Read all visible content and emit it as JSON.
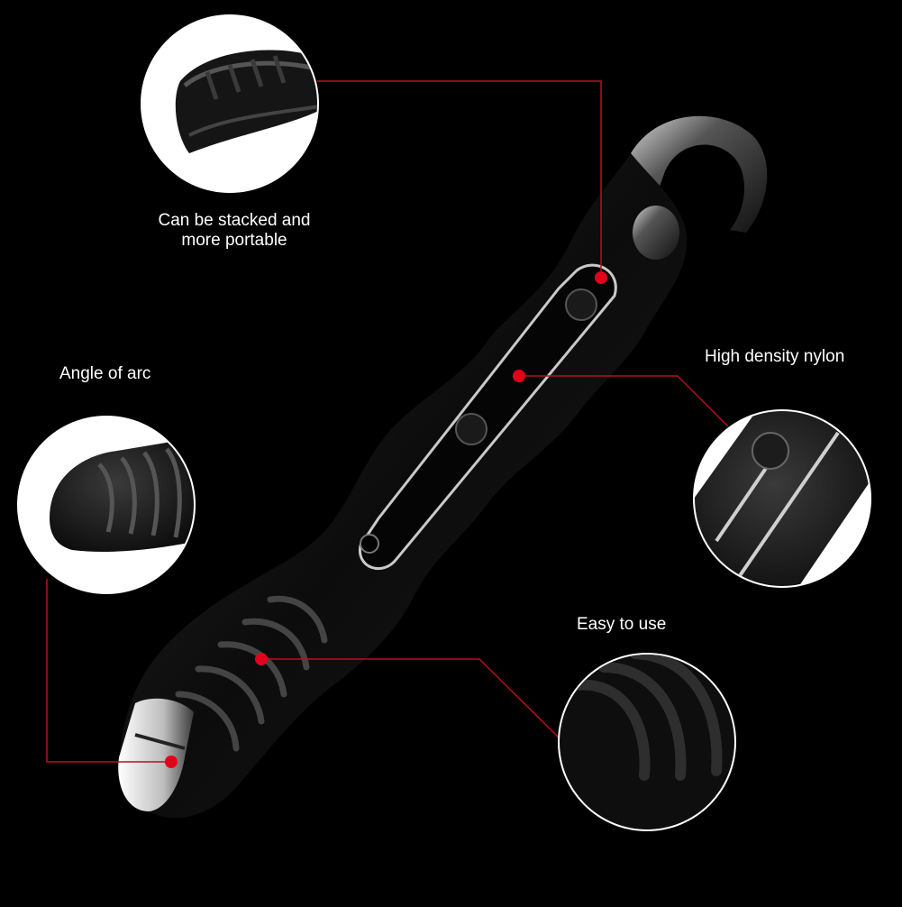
{
  "callouts": {
    "stacked": {
      "line1": "Can be stacked and",
      "line2": "more portable"
    },
    "arc": {
      "label": "Angle of arc"
    },
    "nylon": {
      "label": "High density nylon"
    },
    "easy": {
      "label": "Easy to use"
    }
  },
  "colors": {
    "background": "#000000",
    "accent": "#e3001b",
    "leader_line": "#b5121b",
    "product": "#111111",
    "highlight": "#e8e8e8",
    "ring": "#ffffff",
    "text": "#ffffff"
  },
  "icons": {
    "product": "tire-lever-photo",
    "detail_views": [
      "stacked-tips-detail",
      "arc-tip-detail",
      "nylon-slot-detail",
      "grip-ridges-detail"
    ]
  }
}
